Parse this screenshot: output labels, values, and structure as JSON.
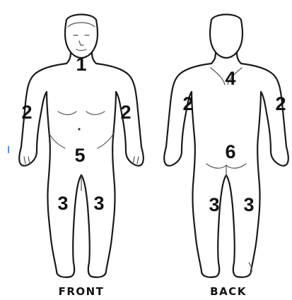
{
  "views": {
    "front": {
      "label": "FRONT",
      "regions": [
        "1",
        "2",
        "2",
        "5",
        "3",
        "3"
      ]
    },
    "back": {
      "label": "BACK",
      "regions": [
        "4",
        "2",
        "2",
        "6",
        "3",
        "3"
      ]
    }
  }
}
